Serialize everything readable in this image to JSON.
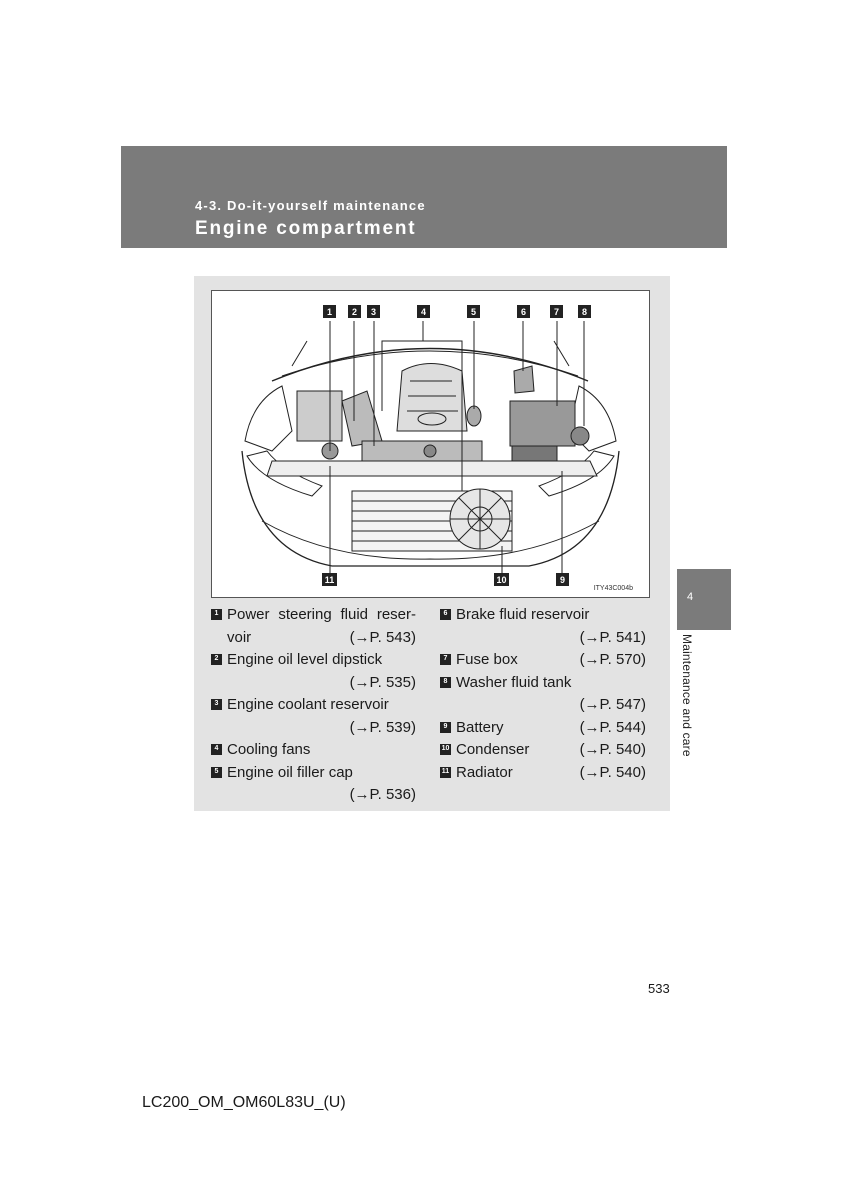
{
  "header": {
    "section": "4-3. Do-it-yourself maintenance",
    "title": "Engine compartment"
  },
  "figure": {
    "code": "ITY43C004b",
    "callouts": [
      "1",
      "2",
      "3",
      "4",
      "5",
      "6",
      "7",
      "8",
      "9",
      "10",
      "11"
    ]
  },
  "items_left": [
    {
      "num": "1",
      "label_line1": "Power steering fluid reser-",
      "label_line2": "voir",
      "ref": "(→P. 543)"
    },
    {
      "num": "2",
      "label": "Engine oil level dipstick",
      "ref": "(→P. 535)"
    },
    {
      "num": "3",
      "label": "Engine coolant reservoir",
      "ref": "(→P. 539)"
    },
    {
      "num": "4",
      "label": "Cooling fans"
    },
    {
      "num": "5",
      "label": "Engine oil filler cap",
      "ref": "(→P. 536)"
    }
  ],
  "items_right": [
    {
      "num": "6",
      "label": "Brake fluid reservoir",
      "ref": "(→P. 541)"
    },
    {
      "num": "7",
      "label": "Fuse box",
      "ref": "(→P. 570)"
    },
    {
      "num": "8",
      "label": "Washer fluid tank",
      "ref": "(→P. 547)"
    },
    {
      "num": "9",
      "label": "Battery",
      "ref": "(→P. 544)"
    },
    {
      "num": "10",
      "label": "Condenser",
      "ref": "(→P. 540)"
    },
    {
      "num": "11",
      "label": "Radiator",
      "ref": "(→P. 540)"
    }
  ],
  "side_tab": {
    "number": "4",
    "label": "Maintenance and care"
  },
  "page_number": "533",
  "footer": "LC200_OM_OM60L83U_(U)"
}
